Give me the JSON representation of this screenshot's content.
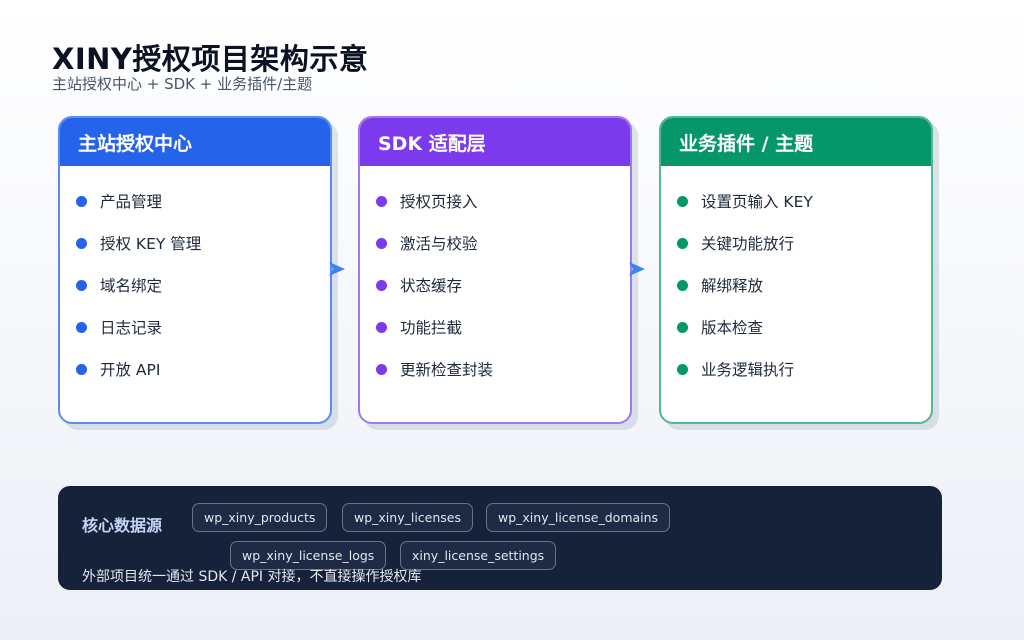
{
  "header": {
    "title": "XINY授权项目架构示意",
    "subtitle": "主站授权中心 + SDK + 业务插件/主题"
  },
  "colors": {
    "blue": "#2563eb",
    "purple": "#7c3aed",
    "green": "#059669",
    "dark_panel": "#16213a"
  },
  "cards": [
    {
      "title": "主站授权中心",
      "items": [
        "产品管理",
        "授权 KEY 管理",
        "域名绑定",
        "日志记录",
        "开放 API"
      ]
    },
    {
      "title": "SDK 适配层",
      "items": [
        "授权页接入",
        "激活与校验",
        "状态缓存",
        "功能拦截",
        "更新检查封装"
      ]
    },
    {
      "title": "业务插件 / 主题",
      "items": [
        "设置页输入 KEY",
        "关键功能放行",
        "解绑释放",
        "版本检查",
        "业务逻辑执行"
      ]
    }
  ],
  "data_source": {
    "title": "核心数据源",
    "tables": [
      "wp_xiny_products",
      "wp_xiny_licenses",
      "wp_xiny_license_domains",
      "wp_xiny_license_logs",
      "xiny_license_settings"
    ],
    "note": "外部项目统一通过 SDK / API 对接，不直接操作授权库"
  }
}
